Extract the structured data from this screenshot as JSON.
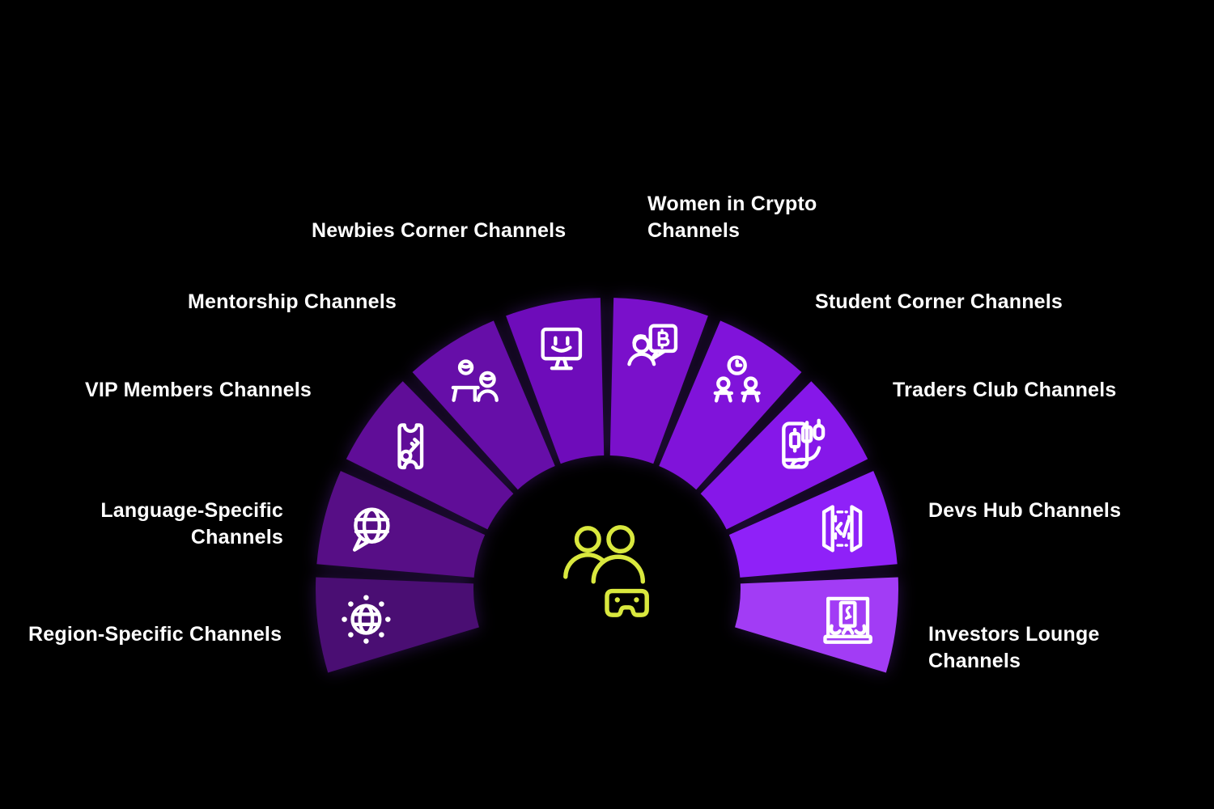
{
  "background_color": "#000000",
  "icon_stroke_color": "#ffffff",
  "center": {
    "icon": "community-gaming-icon",
    "icon_color": "#d9e83e"
  },
  "segments": [
    {
      "label": "Region-Specific Channels",
      "icon": "globe-network-icon",
      "color": "#4a0e73"
    },
    {
      "label": "Language-Specific Channels",
      "icon": "globe-chat-icon",
      "color": "#570e86"
    },
    {
      "label": "VIP Members Channels",
      "icon": "ticket-key-icon",
      "color": "#600d98"
    },
    {
      "label": "Mentorship Channels",
      "icon": "mentor-desk-icon",
      "color": "#660ea8"
    },
    {
      "label": "Newbies Corner Channels",
      "icon": "monitor-smile-icon",
      "color": "#6e0cba"
    },
    {
      "label": "Women in Crypto Channels",
      "icon": "woman-bitcoin-icon",
      "color": "#7a10cb"
    },
    {
      "label": "Student Corner Channels",
      "icon": "students-clock-icon",
      "color": "#8013da"
    },
    {
      "label": "Traders Club Channels",
      "icon": "trading-chart-icon",
      "color": "#8617e9"
    },
    {
      "label": "Devs Hub Channels",
      "icon": "code-brackets-icon",
      "color": "#8f21f8"
    },
    {
      "label": "Investors Lounge Channels",
      "icon": "lounge-icon",
      "color": "#a23cf5"
    }
  ]
}
